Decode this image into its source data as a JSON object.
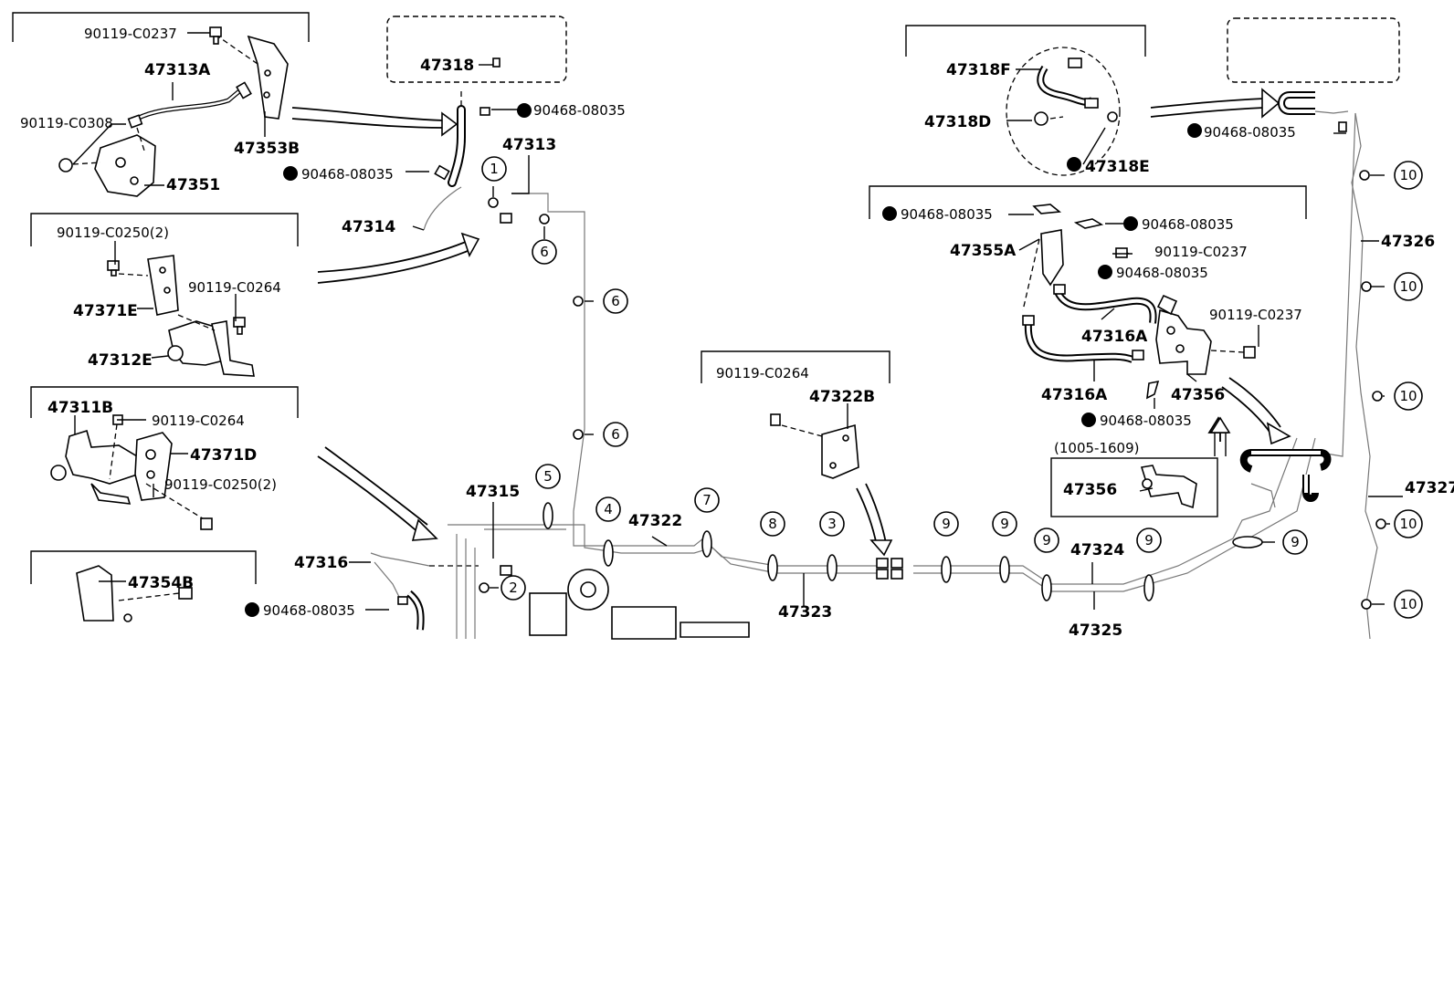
{
  "labels": {
    "l_90119_C0237_a": "90119-C0237",
    "l_47313A": "47313A",
    "l_90119_C0308": "90119-C0308",
    "l_47353B": "47353B",
    "l_47351": "47351",
    "l_47318": "47318",
    "l_90468_a": "90468-08035",
    "l_47313": "47313",
    "l_90468_b": "90468-08035",
    "l_47314": "47314",
    "l_90119_C0250_a": "90119-C0250(2)",
    "l_90119_C0264_a": "90119-C0264",
    "l_47371E": "47371E",
    "l_47312E": "47312E",
    "l_47311B": "47311B",
    "l_90119_C0264_b": "90119-C0264",
    "l_47371D": "47371D",
    "l_90119_C0250_b": "90119-C0250(2)",
    "l_47354B": "47354B",
    "l_47316": "47316",
    "l_90468_c": "90468-08035",
    "l_47315": "47315",
    "l_47322": "47322",
    "l_90119_C0264_c": "90119-C0264",
    "l_47322B": "47322B",
    "l_47323": "47323",
    "l_47324": "47324",
    "l_47325": "47325",
    "l_47318F": "47318F",
    "l_47318D": "47318D",
    "l_47318E": "47318E",
    "l_90468_d": "90468-08035",
    "l_90468_e": "90468-08035",
    "l_90468_f": "90468-08035",
    "l_47355A": "47355A",
    "l_90119_C0237_b": "90119-C0237",
    "l_90468_g": "90468-08035",
    "l_47316A_a": "47316A",
    "l_90119_C0237_c": "90119-C0237",
    "l_47316A_b": "47316A",
    "l_47356_a": "47356",
    "l_90468_h": "90468-08035",
    "l_range": "(1005-1609)",
    "l_47356_b": "47356",
    "l_47326": "47326",
    "l_47327": "47327"
  },
  "callouts": {
    "c1": "1",
    "c2": "2",
    "c3": "3",
    "c4": "4",
    "c5": "5",
    "c6a": "6",
    "c6b": "6",
    "c6c": "6",
    "c7": "7",
    "c8": "8",
    "c9a": "9",
    "c9b": "9",
    "c9c": "9",
    "c9d": "9",
    "c9e": "9",
    "c10a": "10",
    "c10b": "10",
    "c10c": "10",
    "c10d": "10",
    "c10e": "10"
  }
}
